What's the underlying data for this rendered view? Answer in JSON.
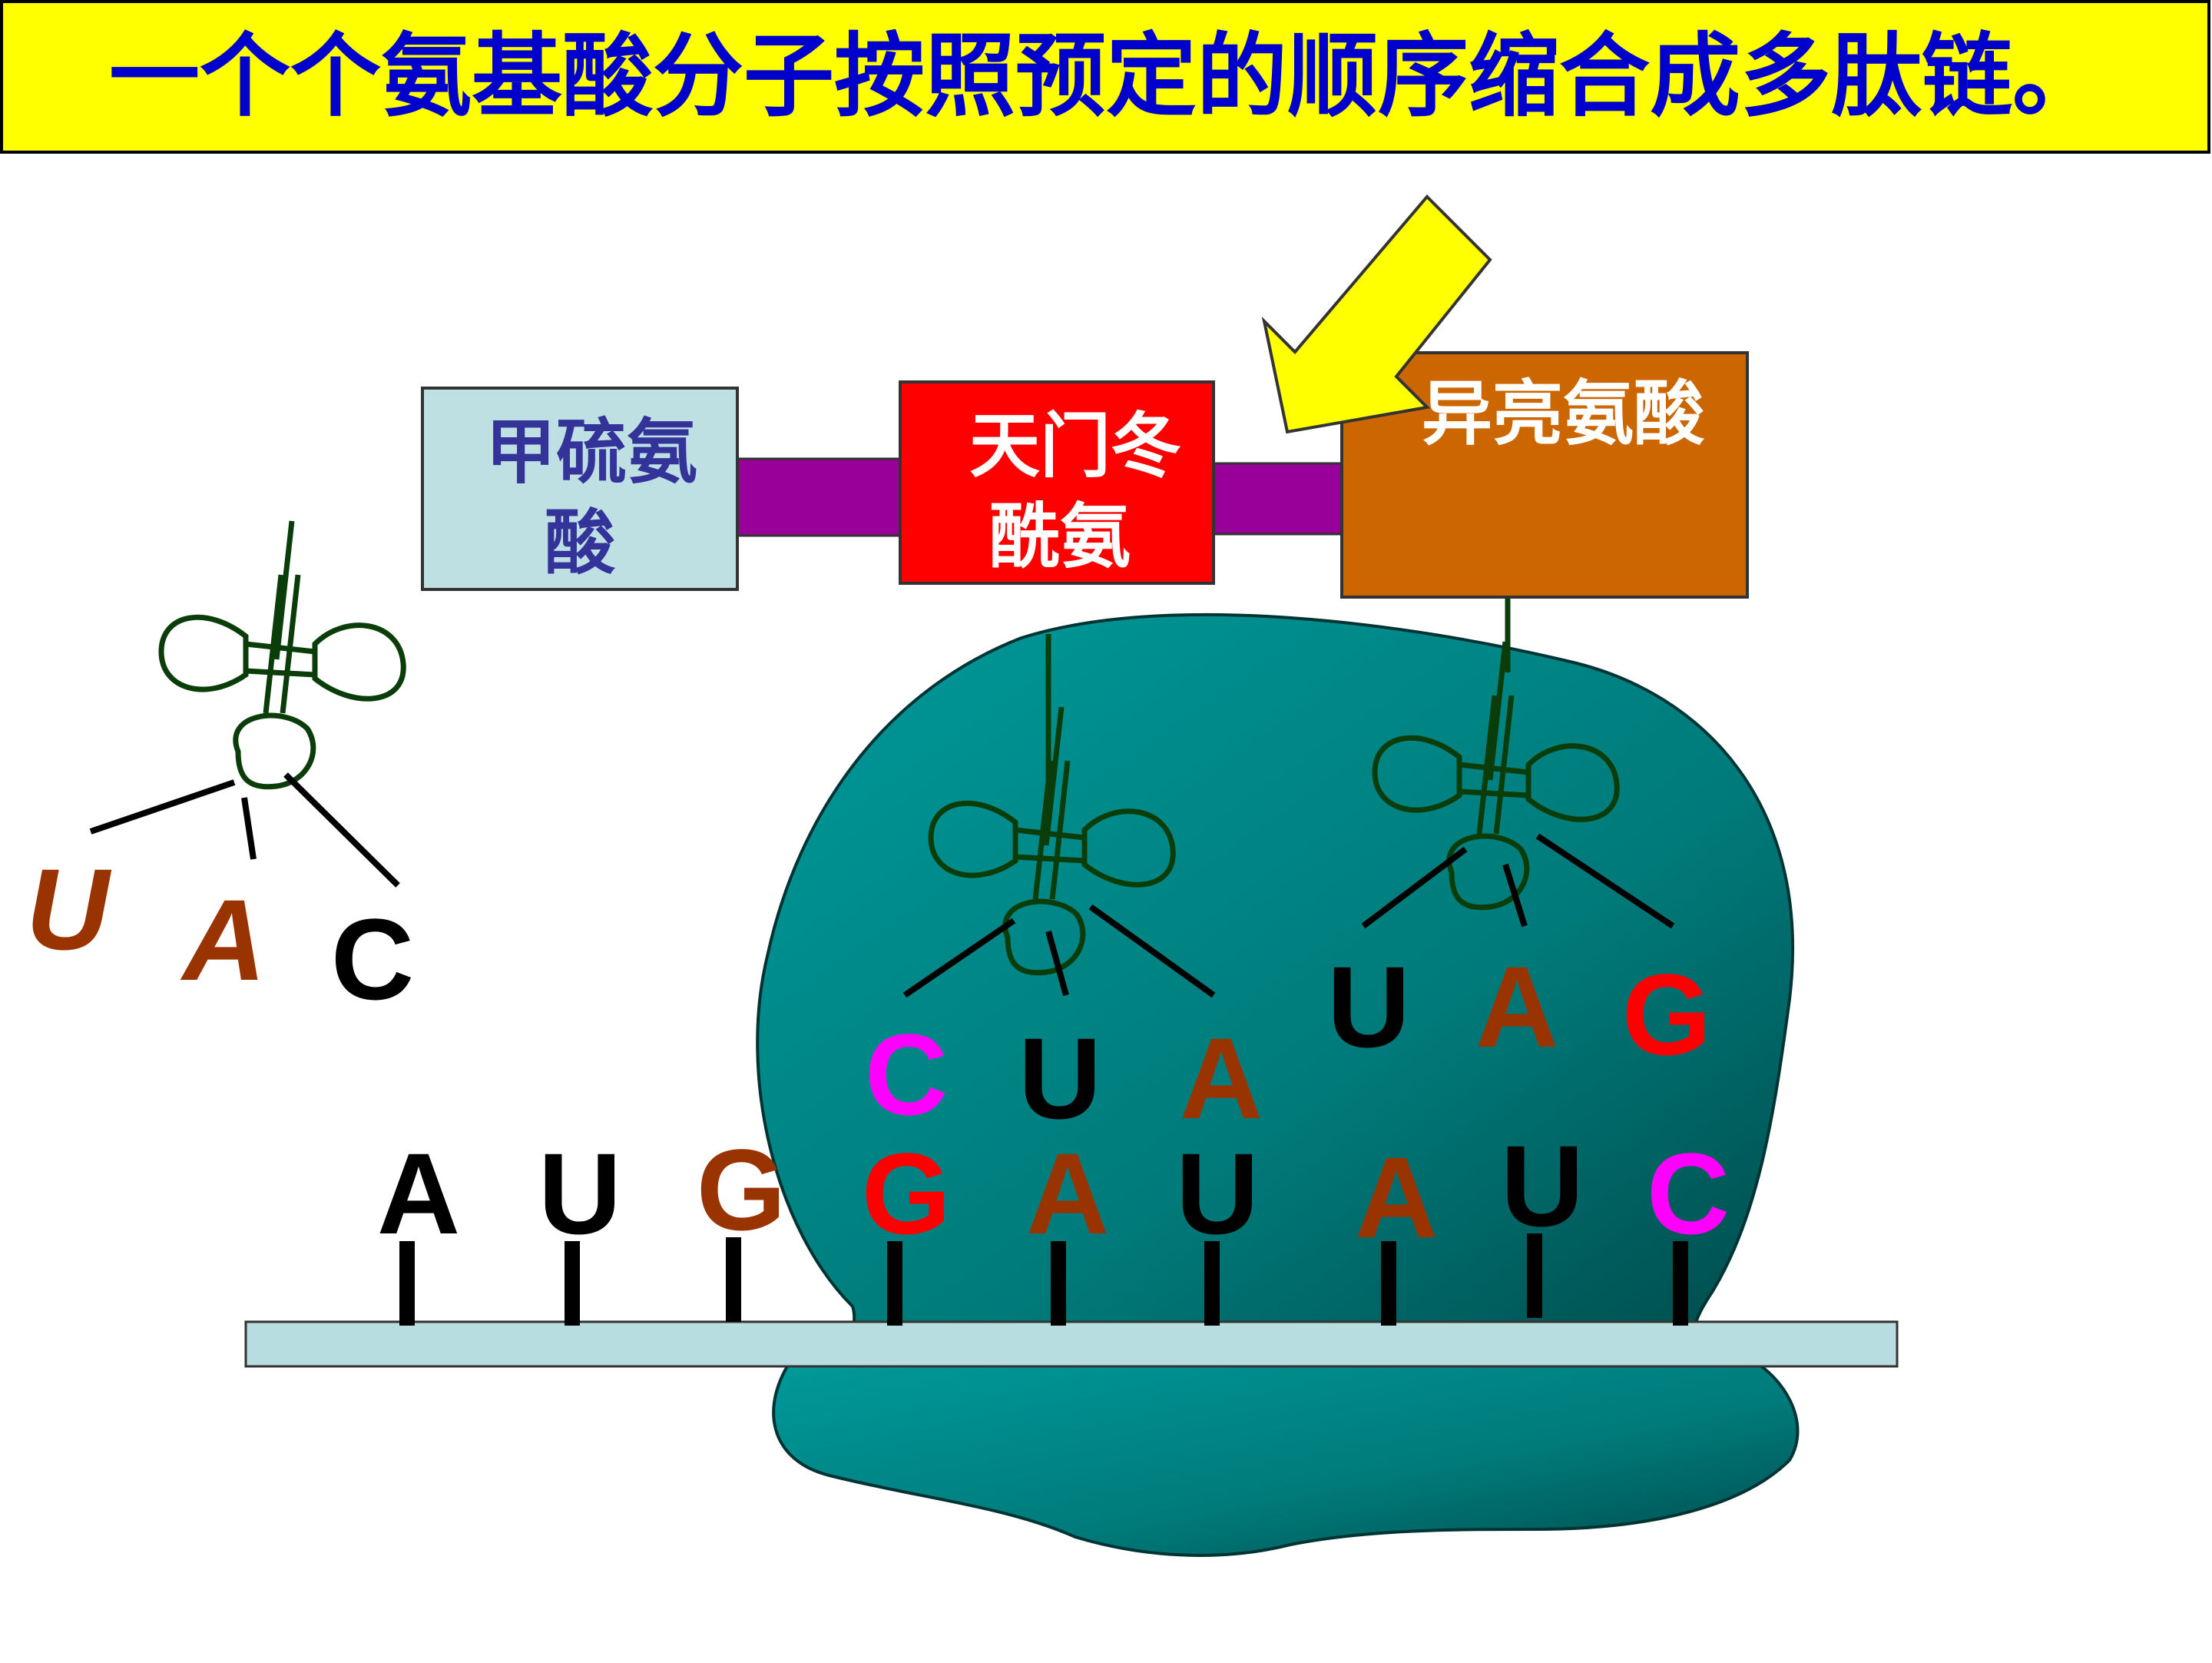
{
  "title": "一个个氨基酸分子按照预定的顺序缩合成多肽链。",
  "colors": {
    "title_bg": "#ffff00",
    "title_text": "#0000cc",
    "ribosome": "#008b8b",
    "mrna": "#b8dde0",
    "link": "#990099",
    "box_met": "#bfe0e3",
    "box_asn": "#ff0000",
    "box_ile": "#cc6600",
    "arrow": "#ffff00",
    "trna_stroke": "#0b3d0b",
    "base_A": "#993300",
    "base_G_brown": "#993300",
    "base_G_red": "#ff0000",
    "base_C": "#ff00ff",
    "base_black": "#000000"
  },
  "amino_acids": [
    {
      "line1": "甲硫氨",
      "line2": "酸"
    },
    {
      "line1": "天门冬",
      "line2": "酰氨"
    },
    {
      "line1": "异亮氨酸",
      "line2": ""
    }
  ],
  "mrna_bases": [
    "A",
    "U",
    "G",
    "G",
    "A",
    "U",
    "A",
    "U",
    "C"
  ],
  "trna_free": [
    "U",
    "A",
    "C"
  ],
  "trna_mid": [
    "C",
    "U",
    "A"
  ],
  "trna_right": [
    "U",
    "A",
    "G"
  ]
}
